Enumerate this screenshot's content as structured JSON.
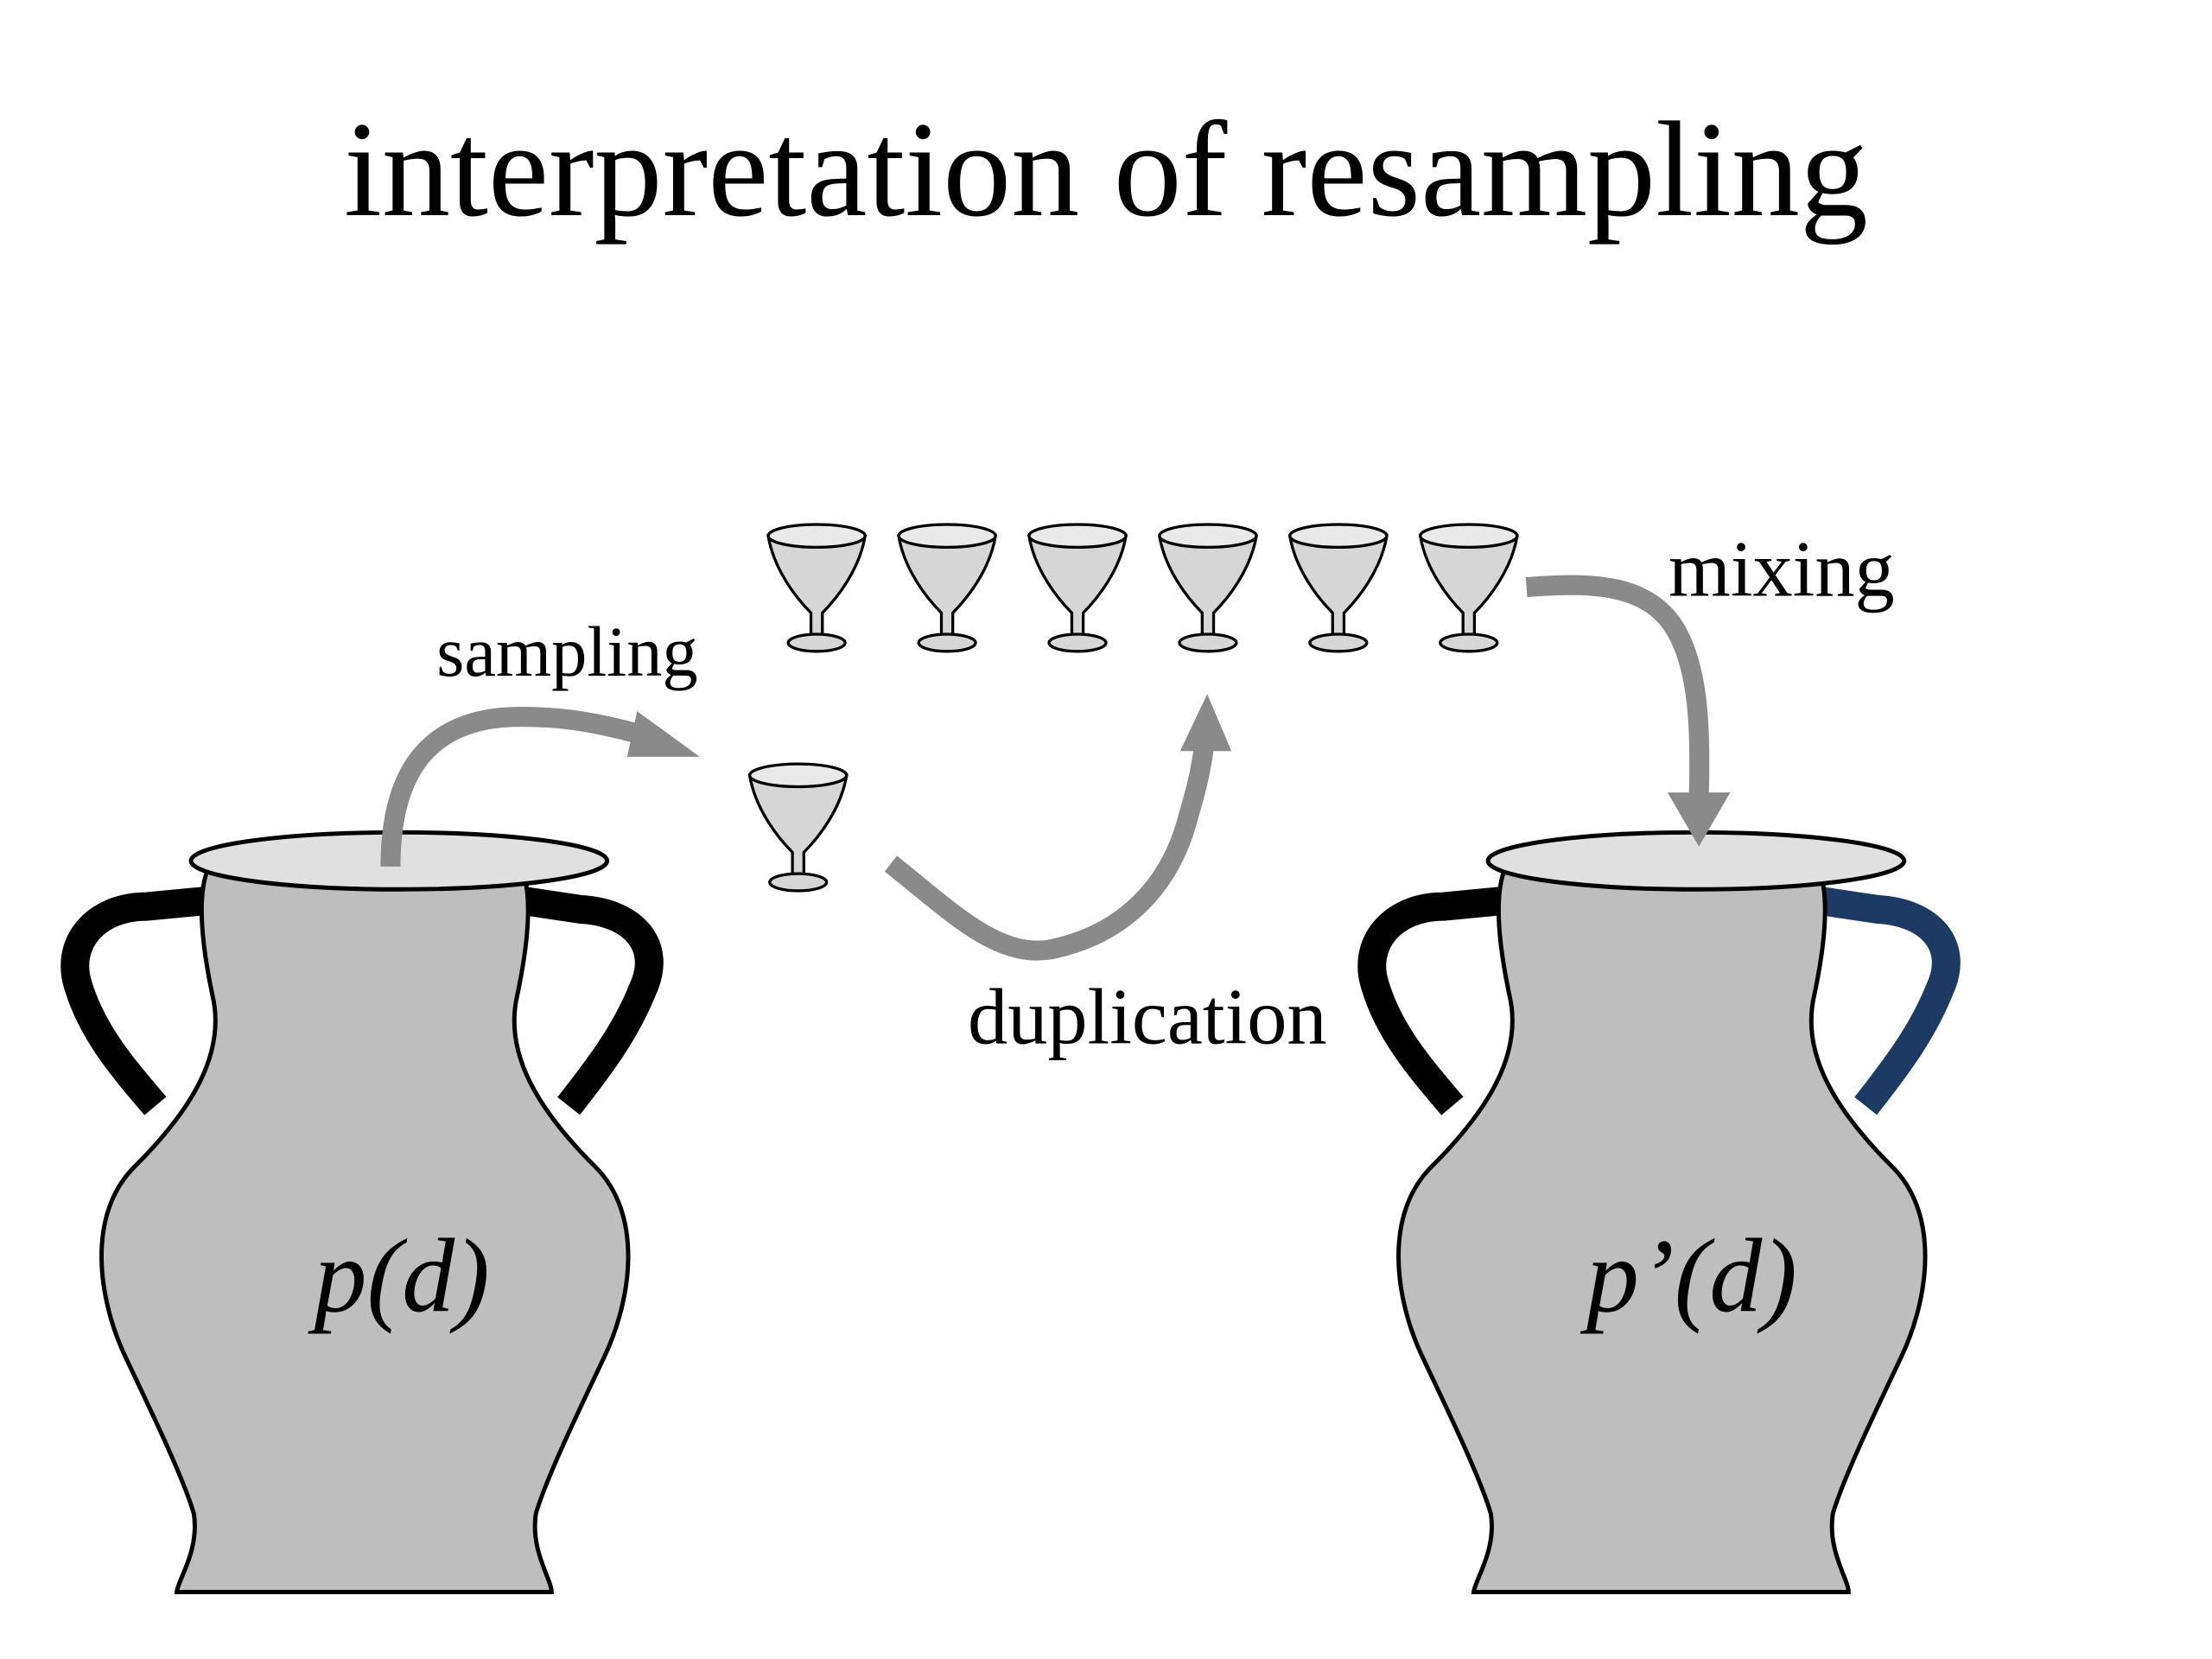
{
  "title": "interpretation of resampling",
  "labels": {
    "sampling": "sampling",
    "duplication": "duplication",
    "mixing": "mixing",
    "source_jar": "p(d)",
    "target_jar": "p’(d)"
  },
  "glass_row_count": 6,
  "colors": {
    "jar_body": "#bebebe",
    "jar_rim": "#e0e0e0",
    "outline": "#000000",
    "arrow": "#8a8a8a",
    "handle_accent": "#1c3a63",
    "glass": "#d6d6d6"
  }
}
